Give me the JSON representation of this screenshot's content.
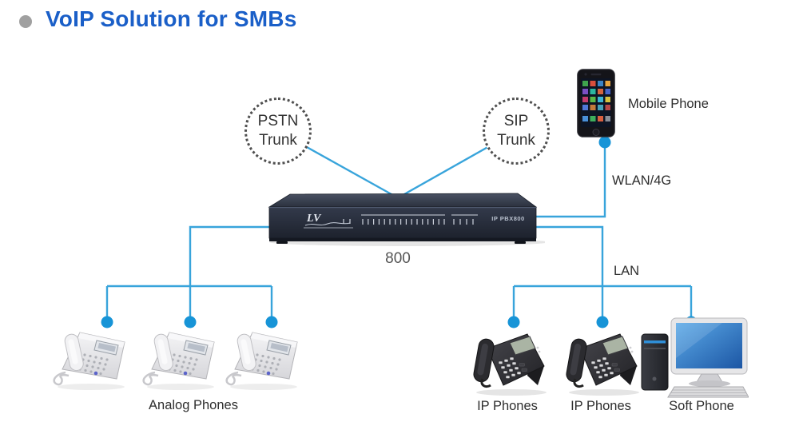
{
  "title": {
    "text": "VoIP Solution for SMBs",
    "bullet_icon": "bullet-dot"
  },
  "colors": {
    "title_text": "#1A5FC8",
    "title_bullet": "#A0A0A0",
    "connection_line": "#38A4DB",
    "node_dot": "#1794D7",
    "trunk_circle_border": "#4F4F4F",
    "label_text": "#2E2E2E",
    "pbx_body": "#262C38"
  },
  "trunk_circles": [
    {
      "line1": "PSTN",
      "line2": "Trunk"
    },
    {
      "line1": "SIP",
      "line2": "Trunk"
    }
  ],
  "pbx": {
    "logo_text": "LV",
    "model_label": "IP PBX800",
    "caption": "800"
  },
  "link_labels": {
    "wlan": "WLAN/4G",
    "lan": "LAN"
  },
  "device_labels": {
    "mobile": "Mobile Phone",
    "analog_group": "Analog Phones",
    "ip_group_1": "IP Phones",
    "ip_group_2": "IP Phones",
    "soft_phone": "Soft Phone"
  }
}
